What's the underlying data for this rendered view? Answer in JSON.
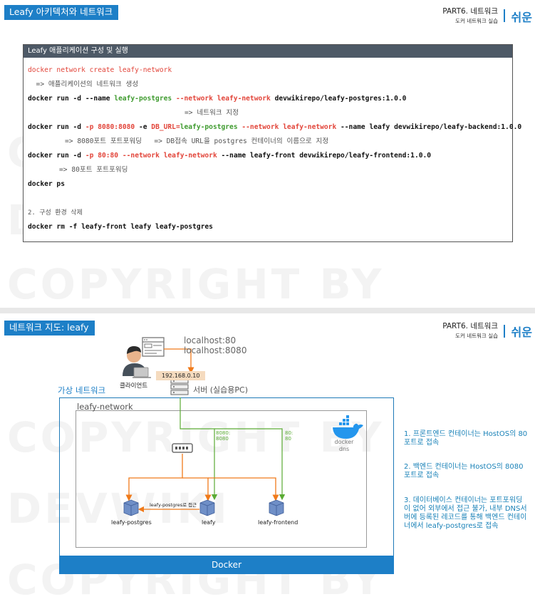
{
  "slide1": {
    "title": "Leafy 아키텍처와 네트워크",
    "part": "PART6. 네트워크",
    "part_sub": "도커 네트워크 실습",
    "logo": "쉬운",
    "watermark": [
      "COPYRIGHT BY",
      "DEVWIKI",
      "COPYRIGHT BY"
    ],
    "code_header": "Leafy 애플리케이션 구성 및 실행",
    "lines": {
      "l1": "docker network create leafy-network",
      "l2": "  => 애플리케이션의 네트워크 생성",
      "l3a": "docker run -d --name ",
      "l3b": "leafy-postgres",
      "l3c": " --network leafy-network",
      "l3d": " devwikirepo/leafy-postgres:1.0.0",
      "l4": "=> 네트워크 지정",
      "l5a": "docker run -d ",
      "l5b": "-p 8080:8080",
      "l5c": " -e ",
      "l5d": "DB_URL=",
      "l5e": "leafy-postgres",
      "l5f": " --network leafy-network",
      "l5g": " --name leafy devwikirepo/leafy-backend:1.0.0",
      "l6": "=> 8080포트 포트포워딩   => DB접속 URL을 postgres 컨테이너의 이름으로 지정",
      "l7a": "docker run -d ",
      "l7b": "-p 80:80",
      "l7c": " --network leafy-network",
      "l7d": " --name leafy-front devwikirepo/leafy-frontend:1.0.0",
      "l8": "=> 80포트 포트포워딩",
      "l9": "docker ps",
      "l10": "2. 구성 환경 삭제",
      "l11": "docker rm -f leafy-front leafy leafy-postgres"
    }
  },
  "slide2": {
    "title": "네트워크 지도: leafy",
    "part": "PART6. 네트워크",
    "part_sub": "도커 네트워크 실습",
    "logo": "쉬운",
    "watermark": [
      "COPYRIGHT BY",
      "DEVWIKI",
      "COPYRIGHT BY"
    ],
    "localhost_1": "localhost:80",
    "localhost_2": "localhost:8080",
    "ip": "192.168.0.10",
    "client": "클라이언트",
    "server": "서버 (실습용PC)",
    "virtual_network": "가상 네트워크",
    "leafy_network": "leafy-network",
    "docker": "Docker",
    "dns_1": "docker",
    "dns_2": "dns",
    "port_a1": "8080:",
    "port_a2": "8080",
    "port_b1": "80:",
    "port_b2": "80",
    "edge_label": "leafy-postgres로 접근",
    "container_postgres": "leafy-postgres",
    "container_leafy": "leafy",
    "container_front": "leafy-frontend",
    "notes": {
      "n1": "1. 프론트엔드 컨테이너는 HostOS의 80 포트로 접속",
      "n2": "2. 백엔드 컨테이너는 HostOS의 8080포트로 접속",
      "n3": "3. 데이터베이스 컨테이너는 포트포워딩이 없어 외부에서 접근 불가, 내부 DNS서버에 등록된 레코드를 통해 백엔드 컨테이너에서 leafy-postgres로 접속"
    },
    "colors": {
      "accent": "#1d7fc7",
      "orange": "#f07a1a",
      "green": "#5aab34"
    },
    "icons": [
      "user-icon",
      "browser-icon",
      "server-icon",
      "switch-icon",
      "container-icon",
      "docker-whale-icon"
    ]
  }
}
